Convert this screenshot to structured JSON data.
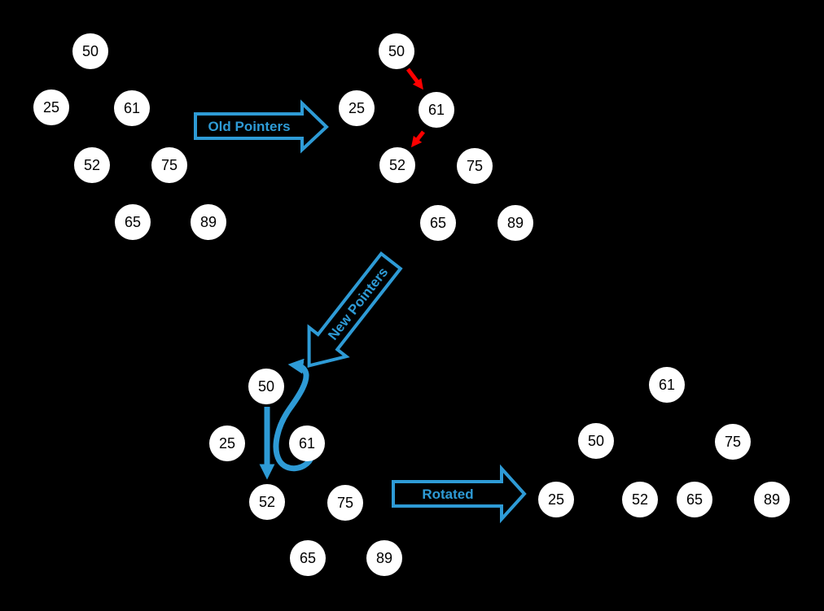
{
  "colors": {
    "background": "#000000",
    "node_fill": "#ffffff",
    "node_text": "#000000",
    "accent_blue": "#2e9bd6",
    "pointer_red": "#ff0000"
  },
  "arrows": {
    "old_pointers": {
      "label": "Old Pointers",
      "edges": [
        {
          "from": "50",
          "to": "61"
        },
        {
          "from": "61",
          "to": "52"
        }
      ]
    },
    "new_pointers": {
      "label": "New Pointers",
      "edges": [
        {
          "from": "50",
          "to": "52"
        },
        {
          "from": "61",
          "to": "50"
        }
      ]
    },
    "rotated": {
      "label": "Rotated"
    }
  },
  "trees": {
    "initial": {
      "nodes": [
        {
          "label": "50"
        },
        {
          "label": "25"
        },
        {
          "label": "61"
        },
        {
          "label": "52"
        },
        {
          "label": "75"
        },
        {
          "label": "65"
        },
        {
          "label": "89"
        }
      ]
    },
    "old_pointers": {
      "nodes": [
        {
          "label": "50"
        },
        {
          "label": "25"
        },
        {
          "label": "61"
        },
        {
          "label": "52"
        },
        {
          "label": "75"
        },
        {
          "label": "65"
        },
        {
          "label": "89"
        }
      ]
    },
    "new_pointers": {
      "nodes": [
        {
          "label": "50"
        },
        {
          "label": "25"
        },
        {
          "label": "61"
        },
        {
          "label": "52"
        },
        {
          "label": "75"
        },
        {
          "label": "65"
        },
        {
          "label": "89"
        }
      ]
    },
    "rotated": {
      "nodes": [
        {
          "label": "61"
        },
        {
          "label": "50"
        },
        {
          "label": "75"
        },
        {
          "label": "25"
        },
        {
          "label": "52"
        },
        {
          "label": "65"
        },
        {
          "label": "89"
        }
      ]
    }
  }
}
